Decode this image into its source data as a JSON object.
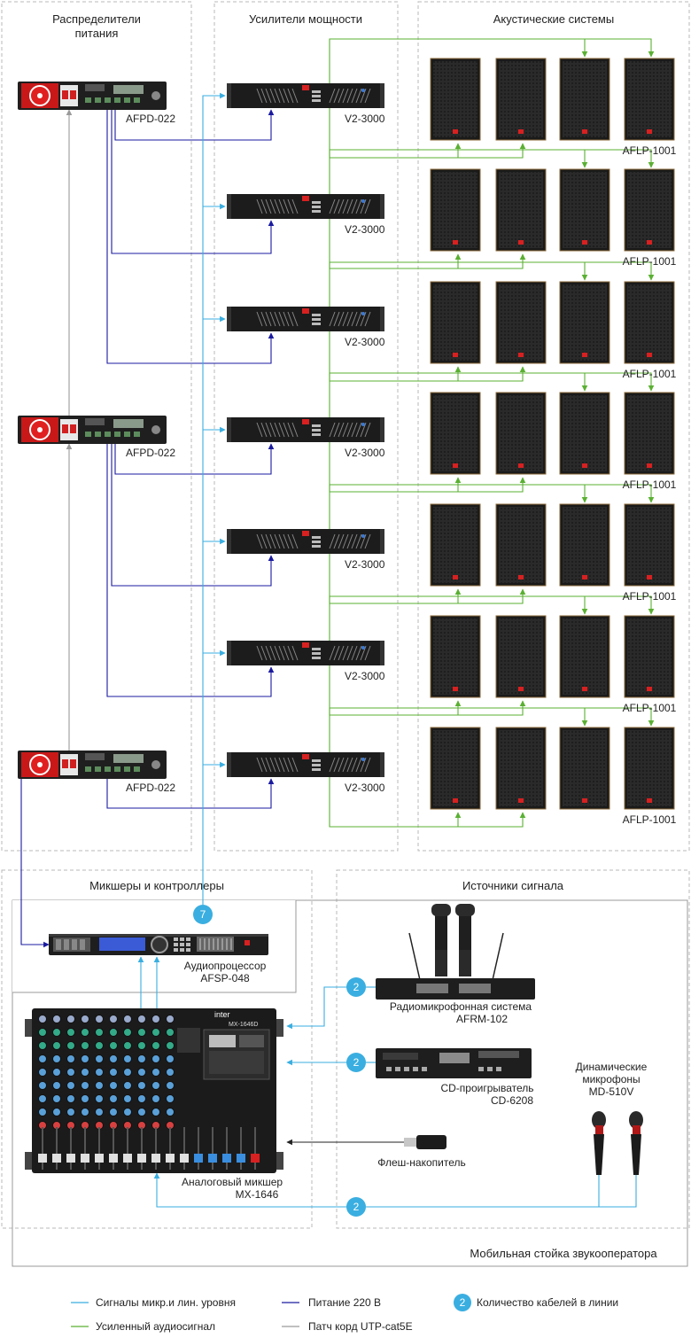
{
  "sections": {
    "power": {
      "title_line1": "Распределители",
      "title_line2": "питания"
    },
    "amps": {
      "title": "Усилители мощности"
    },
    "speakers": {
      "title": "Акустические системы"
    },
    "mixers": {
      "title": "Микшеры и контроллеры"
    },
    "sources": {
      "title": "Источники сигнала"
    },
    "rack": {
      "title": "Мобильная стойка звукооператора"
    }
  },
  "devices": {
    "pdu_model": "AFPD-022",
    "amp_model": "V2-3000",
    "speaker_model": "AFLP-1001",
    "processor": {
      "name": "Аудиопроцессор",
      "model": "AFSP-048"
    },
    "mixer": {
      "name": "Аналоговый микшер",
      "model": "MX-1646",
      "brand": "inter",
      "panel_model": "MX-1646D"
    },
    "radio": {
      "name": "Радиомикрофонная система",
      "model": "AFRM-102"
    },
    "cd": {
      "name": "CD-проигрыватель",
      "model": "CD-6208"
    },
    "dynmic": {
      "name_line1": "Динамические",
      "name_line2": "микрофоны",
      "model": "MD-510V"
    },
    "flash": {
      "name": "Флеш-накопитель"
    }
  },
  "badges": {
    "processor_cables": "7",
    "radio_cables": "2",
    "cd_cables": "2",
    "mic_cables": "2",
    "legend_example": "2"
  },
  "legend": {
    "signal": "Сигналы микр.и лин. уровня",
    "power": "Питание 220 В",
    "count": "Количество кабелей в линии",
    "amplified": "Усиленный аудиосигнал",
    "patch": "Патч корд UTP-cat5E"
  },
  "colors": {
    "signal": "#3aaee0",
    "power": "#1a1aa0",
    "amplified": "#5ab032",
    "patch": "#9a9a9a",
    "badge": "#3aaee0"
  }
}
